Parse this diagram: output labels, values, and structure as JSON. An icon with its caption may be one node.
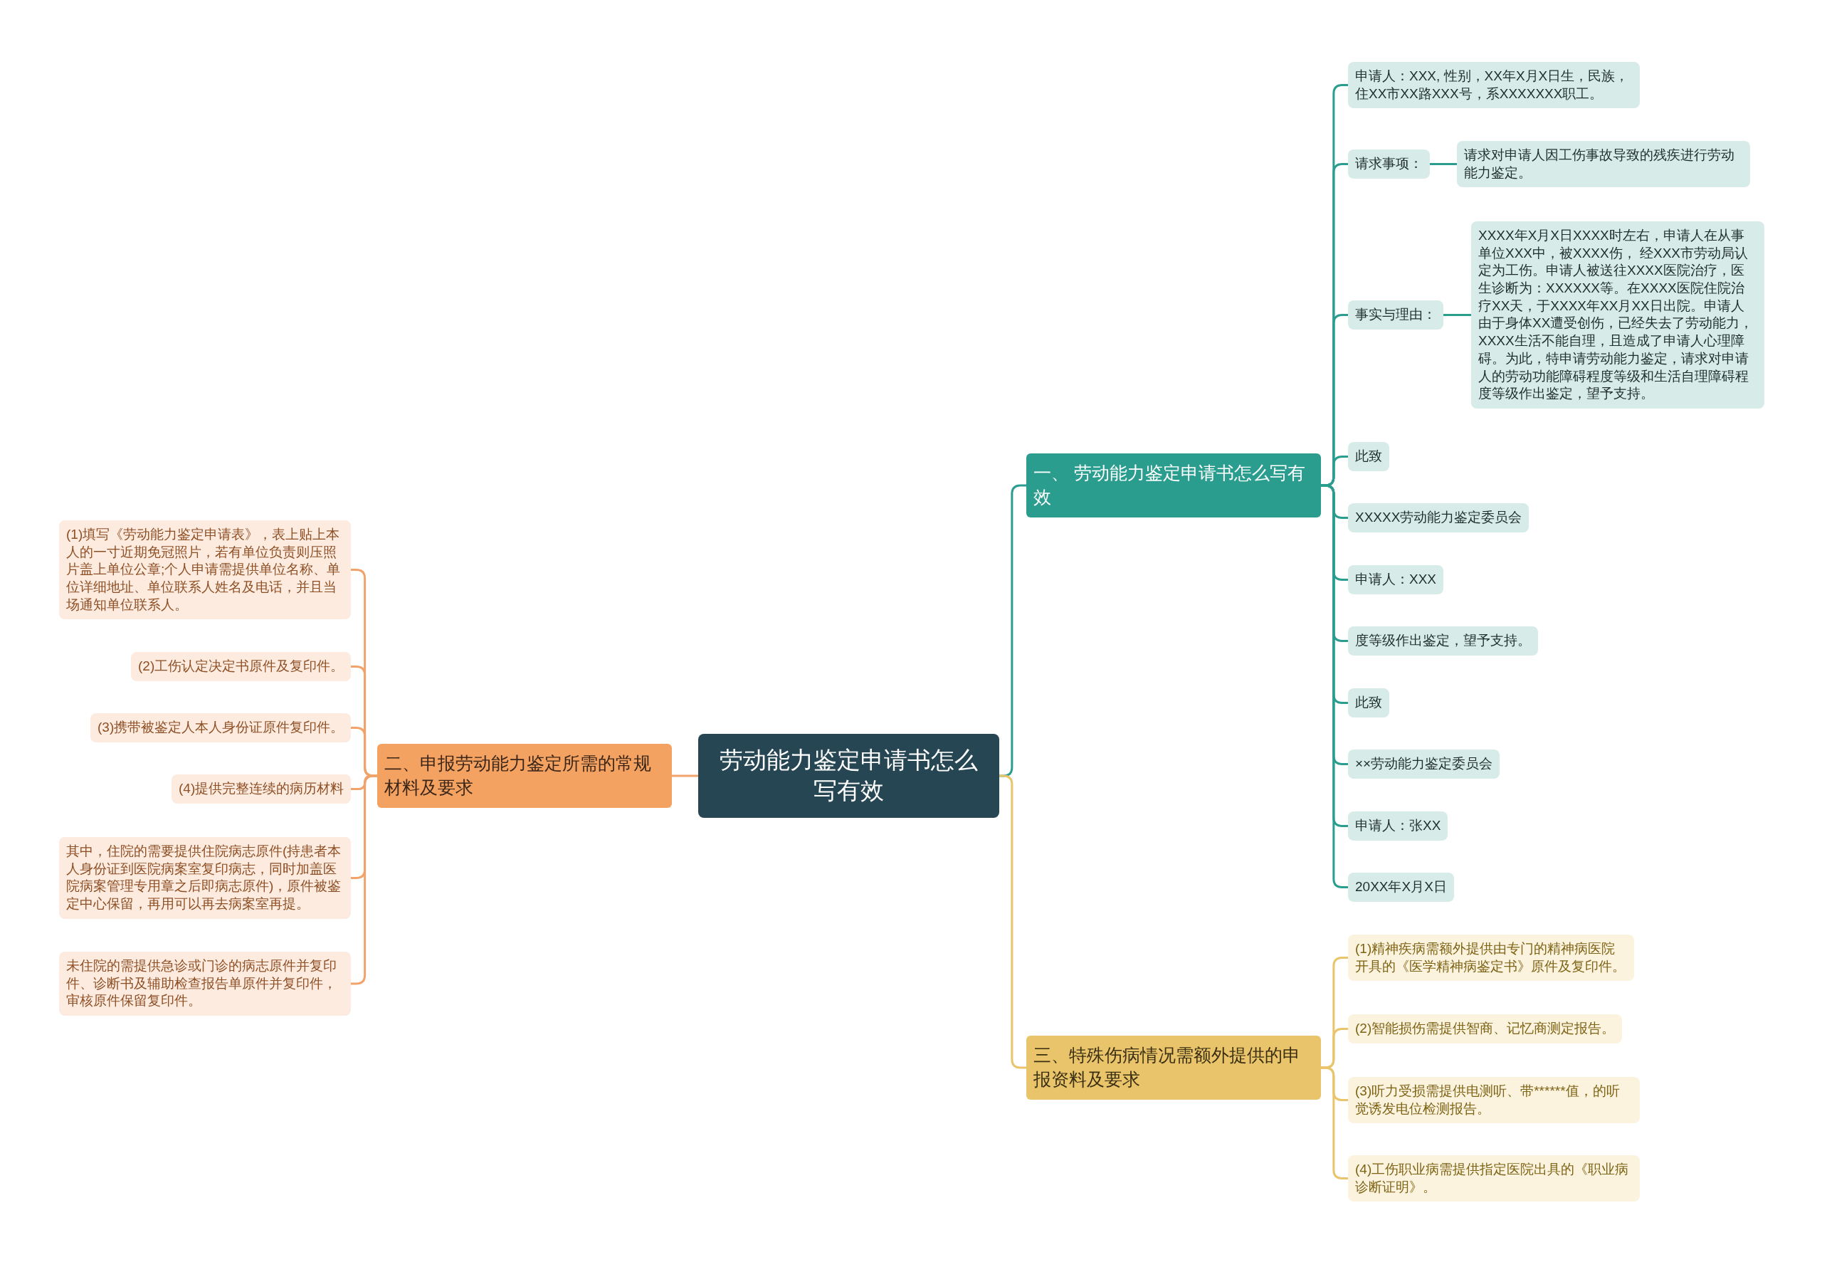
{
  "diagram": {
    "nodes": [
      {
        "text": [
          "劳动能力鉴定申请书怎么写有效"
        ]
      },
      {
        "text": [
          "一、 劳动能力鉴定申请书怎么写有效"
        ]
      },
      {
        "text": [
          "申请人：XXX, 性别，XX年X月X日生，民族，住XX市XX路XXX号，系XXXXXXX职工。"
        ]
      },
      {
        "text": [
          "请求事项："
        ]
      },
      {
        "text": [
          "请求对申请人因工伤事故导致的残疾进行劳动能力鉴定。"
        ]
      },
      {
        "text": [
          "事实与理由："
        ]
      },
      {
        "text": [
          "XXXX年X月X日XXXX时左右，申请人在从事单位XXX中，被XXXX伤， 经XXX市劳动局认定为工伤。申请人被送往XXXX医院治疗，医生诊断为：XXXXXX等。在XXXX医院住院治疗XX天，于XXXX年XX月XX日出院。申请人由于身体XX遭受创伤，已经失去了劳动能力，XXXX生活不能自理，且造成了申请人心理障碍。为此，特申请劳动能力鉴定，请求对申请人的劳动功能障碍程度等级和生活自理障碍程度等级作出鉴定，望予支持。"
        ]
      },
      {
        "text": [
          "此致"
        ]
      },
      {
        "text": [
          "XXXXX劳动能力鉴定委员会"
        ]
      },
      {
        "text": [
          "申请人：XXX"
        ]
      },
      {
        "text": [
          "度等级作出鉴定，望予支持。"
        ]
      },
      {
        "text": [
          "此致"
        ]
      },
      {
        "text": [
          "××劳动能力鉴定委员会"
        ]
      },
      {
        "text": [
          "申请人：张XX"
        ]
      },
      {
        "text": [
          "20XX年X月X日"
        ]
      },
      {
        "text": [
          "二、申报劳动能力鉴定所需的常规材料及要求"
        ]
      },
      {
        "text": [
          "(1)填写《劳动能力鉴定申请表》，表上贴上本人的一寸近期免冠照片，若有单位负责则压照片盖上单位公章;个人申请需提供单位名称、单位详细地址、单位联系人姓名及电话，并且当场通知单位联系人。"
        ]
      },
      {
        "text": [
          "(2)工伤认定决定书原件及复印件。"
        ]
      },
      {
        "text": [
          "(3)携带被鉴定人本人身份证原件复印件。"
        ]
      },
      {
        "text": [
          "(4)提供完整连续的病历材料"
        ]
      },
      {
        "text": [
          "其中，住院的需要提供住院病志原件(持患者本人身份证到医院病案室复印病志，同时加盖医院病案管理专用章之后即病志原件)，原件被鉴定中心保留，再用可以再去病案室再提。"
        ]
      },
      {
        "text": [
          "未住院的需提供急诊或门诊的病志原件并复印件、诊断书及辅助检查报告单原件并复印件，审核原件保留复印件。"
        ]
      },
      {
        "text": [
          "三、特殊伤病情况需额外提供的申报资料及要求"
        ]
      },
      {
        "text": [
          "(1)精神疾病需额外提供由专门的精神病医院开具的《医学精神病鉴定书》原件及复印件。"
        ]
      },
      {
        "text": [
          "(2)智能损伤需提供智商、记忆商测定报告。"
        ]
      },
      {
        "text": [
          "(3)听力受损需提供电测听、带******值，的听觉诱发电位检测报告。"
        ]
      },
      {
        "text": [
          "(4)工伤职业病需提供指定医院出具的《职业病诊断证明》。"
        ]
      }
    ],
    "edges": [
      {
        "from": 0,
        "to": 1,
        "arrow": "none"
      },
      {
        "from": 1,
        "to": 2,
        "arrow": "none"
      },
      {
        "from": 1,
        "to": 3,
        "arrow": "none"
      },
      {
        "from": 3,
        "to": 4,
        "arrow": "none"
      },
      {
        "from": 1,
        "to": 5,
        "arrow": "none"
      },
      {
        "from": 5,
        "to": 6,
        "arrow": "none"
      },
      {
        "from": 1,
        "to": 7,
        "arrow": "none"
      },
      {
        "from": 1,
        "to": 8,
        "arrow": "none"
      },
      {
        "from": 1,
        "to": 9,
        "arrow": "none"
      },
      {
        "from": 1,
        "to": 10,
        "arrow": "none"
      },
      {
        "from": 1,
        "to": 11,
        "arrow": "none"
      },
      {
        "from": 1,
        "to": 12,
        "arrow": "none"
      },
      {
        "from": 1,
        "to": 13,
        "arrow": "none"
      },
      {
        "from": 1,
        "to": 14,
        "arrow": "none"
      },
      {
        "from": 0,
        "to": 15,
        "arrow": "none",
        "color": "#f2a36b"
      },
      {
        "from": 15,
        "to": 16,
        "arrow": "none",
        "color": "#f2a36b"
      },
      {
        "from": 15,
        "to": 17,
        "arrow": "none",
        "color": "#f2a36b"
      },
      {
        "from": 15,
        "to": 18,
        "arrow": "none",
        "color": "#f2a36b"
      },
      {
        "from": 15,
        "to": 19,
        "arrow": "none",
        "color": "#f2a36b"
      },
      {
        "from": 15,
        "to": 20,
        "arrow": "none",
        "color": "#f2a36b"
      },
      {
        "from": 15,
        "to": 21,
        "arrow": "none",
        "color": "#f2a36b"
      },
      {
        "from": 0,
        "to": 22,
        "arrow": "none",
        "color": "#e9c46a"
      },
      {
        "from": 22,
        "to": 23,
        "arrow": "none",
        "color": "#e9c46a"
      },
      {
        "from": 22,
        "to": 24,
        "arrow": "none",
        "color": "#e9c46a"
      },
      {
        "from": 22,
        "to": 25,
        "arrow": "none",
        "color": "#e9c46a"
      },
      {
        "from": 22,
        "to": 26,
        "arrow": "none",
        "color": "#e9c46a"
      }
    ]
  }
}
